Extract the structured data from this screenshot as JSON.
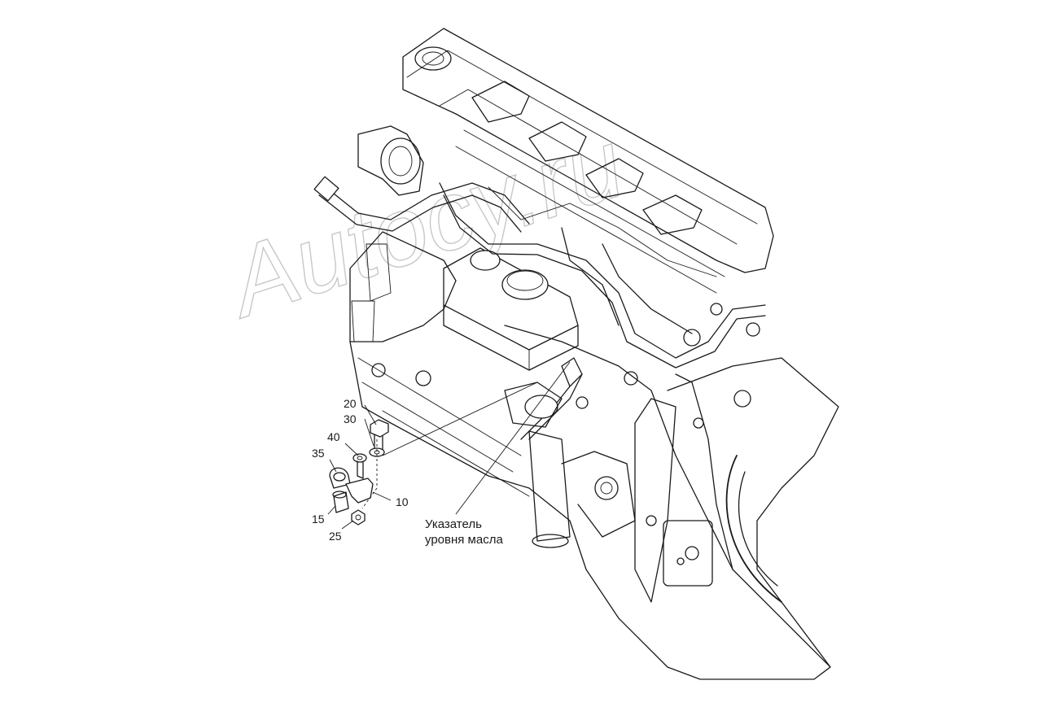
{
  "watermark": "Autoсу.ru",
  "callouts": [
    {
      "id": "20",
      "label": "20"
    },
    {
      "id": "30",
      "label": "30"
    },
    {
      "id": "40",
      "label": "40"
    },
    {
      "id": "35",
      "label": "35"
    },
    {
      "id": "10",
      "label": "10"
    },
    {
      "id": "15",
      "label": "15"
    },
    {
      "id": "25",
      "label": "25"
    }
  ],
  "note": {
    "line1": "Указатель",
    "line2": "уровня масла"
  }
}
